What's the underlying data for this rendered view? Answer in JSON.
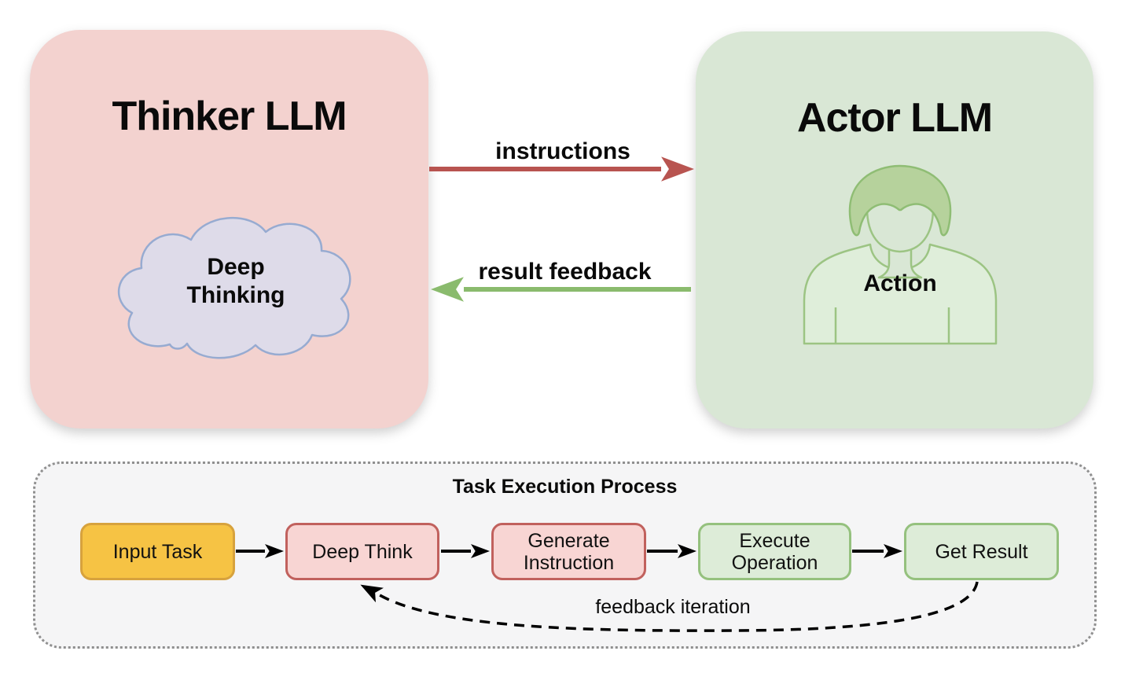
{
  "diagram": {
    "thinker": {
      "title": "Thinker LLM",
      "cloud": {
        "line1": "Deep",
        "line2": "Thinking"
      }
    },
    "actor": {
      "title": "Actor LLM",
      "label": "Action"
    },
    "instructions_arrow_label": "instructions",
    "result_feedback_arrow_label": "result feedback"
  },
  "process": {
    "title": "Task Execution Process",
    "steps": [
      {
        "label": "Input Task",
        "type": "input"
      },
      {
        "label": "Deep Think",
        "type": "think"
      },
      {
        "label": "Generate Instruction",
        "type": "think"
      },
      {
        "label": "Execute Operation",
        "type": "act"
      },
      {
        "label": "Get Result",
        "type": "act"
      }
    ],
    "feedback_label": "feedback iteration"
  },
  "colors": {
    "thinker_box_bg": "#f3d2cf",
    "actor_box_bg": "#d9e7d5",
    "cloud_fill": "#dedbe9",
    "cloud_stroke": "#97abd1",
    "person_hair_fill": "#b6d29c",
    "person_stroke": "#8fbd74",
    "person_body_fill": "#dfeeda",
    "instructions_arrow": "#b85450",
    "result_feedback_arrow": "#8abb6d",
    "flow_arrow": "#000000",
    "step_input_bg": "#f6c344",
    "step_input_border": "#d7a23d",
    "step_think_bg": "#f8d5d3",
    "step_think_border": "#c1615d",
    "step_act_bg": "#ddecd8",
    "step_act_border": "#95c17e",
    "process_panel_bg": "#f5f5f6",
    "process_panel_dot_border": "#8f8f8f"
  }
}
